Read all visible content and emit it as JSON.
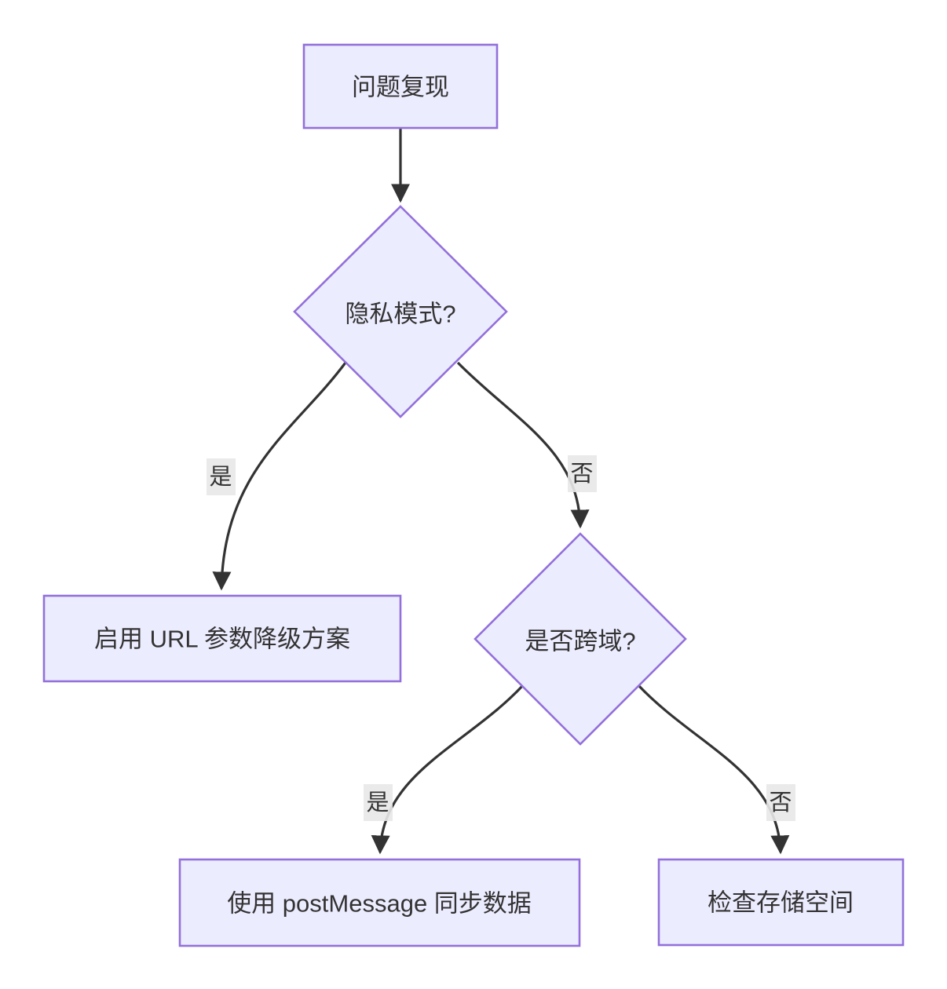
{
  "diagram": {
    "type": "flowchart",
    "direction": "top-down",
    "nodes": {
      "A": {
        "label": "问题复现",
        "shape": "rect"
      },
      "B": {
        "label": "隐私模式?",
        "shape": "diamond"
      },
      "C": {
        "label": "启用 URL 参数降级方案",
        "shape": "rect"
      },
      "D": {
        "label": "是否跨域?",
        "shape": "diamond"
      },
      "E": {
        "label": "使用 postMessage 同步数据",
        "shape": "rect"
      },
      "F": {
        "label": "检查存储空间",
        "shape": "rect"
      }
    },
    "edges": [
      {
        "from": "A",
        "to": "B",
        "label": ""
      },
      {
        "from": "B",
        "to": "C",
        "label": "是"
      },
      {
        "from": "B",
        "to": "D",
        "label": "否"
      },
      {
        "from": "D",
        "to": "E",
        "label": "是"
      },
      {
        "from": "D",
        "to": "F",
        "label": "否"
      }
    ],
    "colors": {
      "node_fill": "#ECECFF",
      "node_border": "#9370DB",
      "edge_line": "#333333",
      "edge_label_bg": "#e8e8e8",
      "text": "#333333",
      "background": "#ffffff"
    }
  }
}
